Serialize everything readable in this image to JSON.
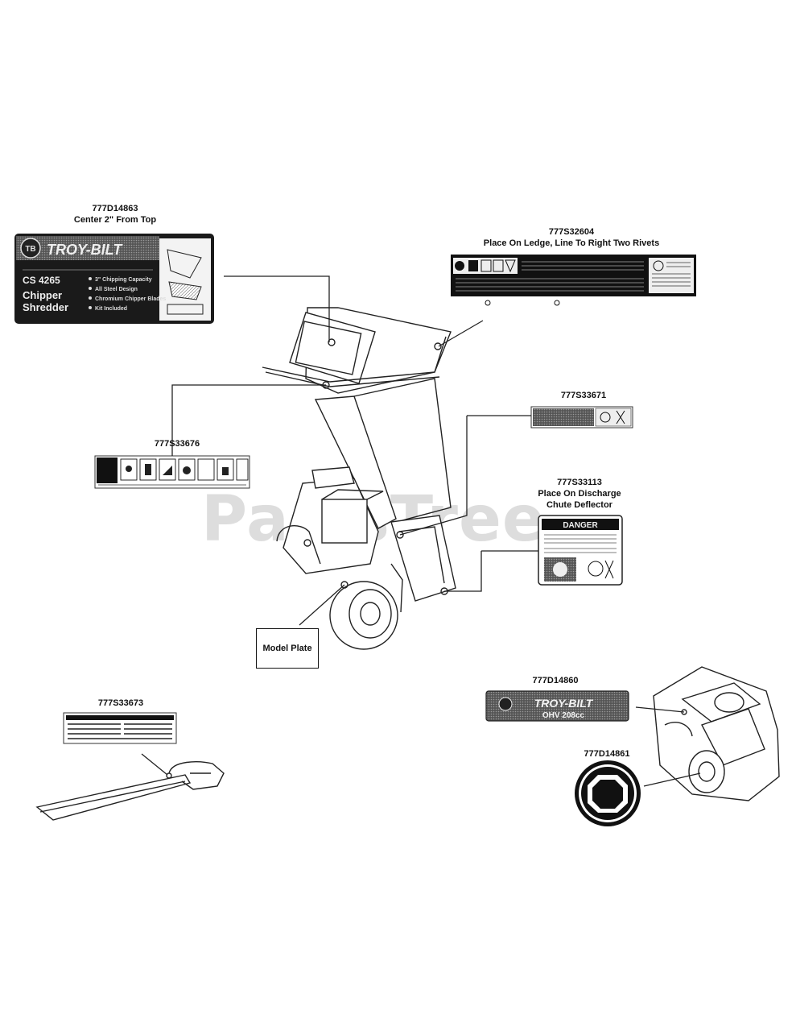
{
  "watermark": "PartsTree",
  "decals": [
    {
      "part": "777D14863",
      "note": "Center 2\" From Top"
    },
    {
      "part": "777S32604",
      "note": "Place On Ledge, Line To Right Two Rivets"
    },
    {
      "part": "777S33671",
      "note": ""
    },
    {
      "part": "777S33676",
      "note": ""
    },
    {
      "part": "777S33113",
      "note_line1": "Place On Discharge",
      "note_line2": "Chute Deflector"
    },
    {
      "part": "777D14860",
      "note": ""
    },
    {
      "part": "777D14861",
      "note": ""
    },
    {
      "part": "777S33673",
      "note": ""
    }
  ],
  "model_plate": "Model Plate",
  "brand_decal": {
    "brand": "TROY-BILT",
    "model": "CS 4265",
    "product_line1": "Chipper",
    "product_line2": "Shredder",
    "features": [
      "3\" Chipping Capacity",
      "All Steel Design",
      "Chromium Chipper Blades",
      "Kit Included"
    ]
  },
  "engine_decal": {
    "brand": "TROY-BILT",
    "engine": "OHV 208cc"
  },
  "danger_decal": {
    "heading": "DANGER"
  }
}
